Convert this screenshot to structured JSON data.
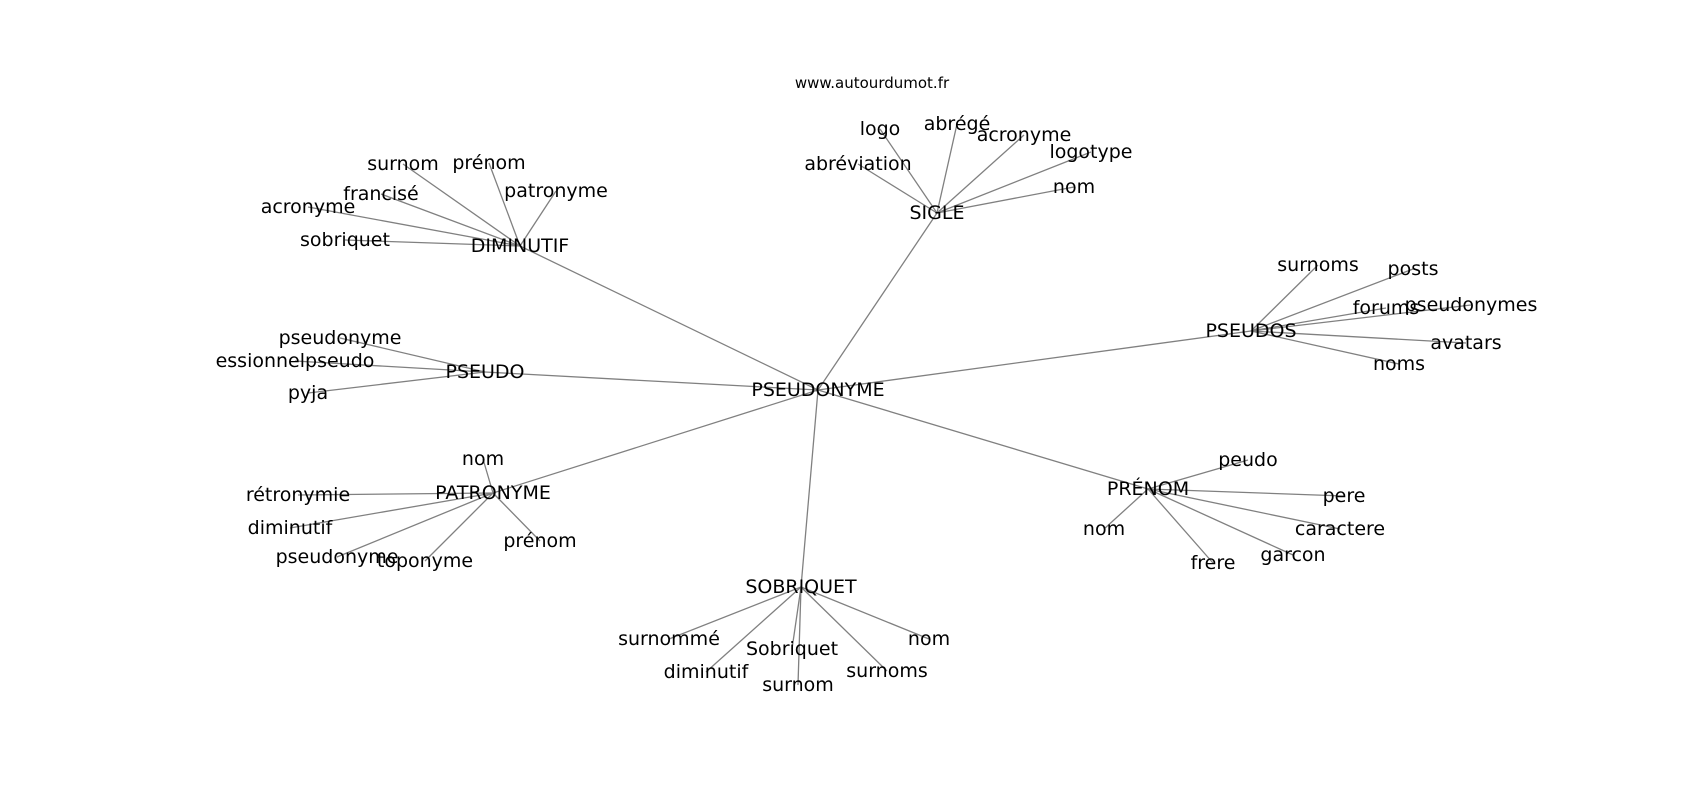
{
  "source": "www.autourdumot.fr",
  "center": "PSEUDONYME",
  "groups": [
    {
      "label": "DIMINUTIF",
      "words": [
        "surnom",
        "prénom",
        "francisé",
        "patronyme",
        "acronyme",
        "sobriquet"
      ]
    },
    {
      "label": "SIGLE",
      "words": [
        "logo",
        "abrégé",
        "acronyme",
        "logotype",
        "abréviation",
        "nom"
      ]
    },
    {
      "label": "PSEUDOS",
      "words": [
        "surnoms",
        "posts",
        "forums",
        "pseudonymes",
        "avatars",
        "noms"
      ]
    },
    {
      "label": "PSEUDO",
      "words": [
        "pseudonyme",
        "essionnelpseudo",
        "pyja"
      ]
    },
    {
      "label": "PATRONYME",
      "words": [
        "nom",
        "rétronymie",
        "diminutif",
        "pseudonyme",
        "toponyme",
        "prénom"
      ]
    },
    {
      "label": "PRÉNOM",
      "words": [
        "peudo",
        "pere",
        "nom",
        "caractere",
        "garcon",
        "frere"
      ]
    },
    {
      "label": "SOBRIQUET",
      "words": [
        "surnommé",
        "nom",
        "Sobriquet",
        "diminutif",
        "surnoms",
        "surnom"
      ]
    }
  ]
}
